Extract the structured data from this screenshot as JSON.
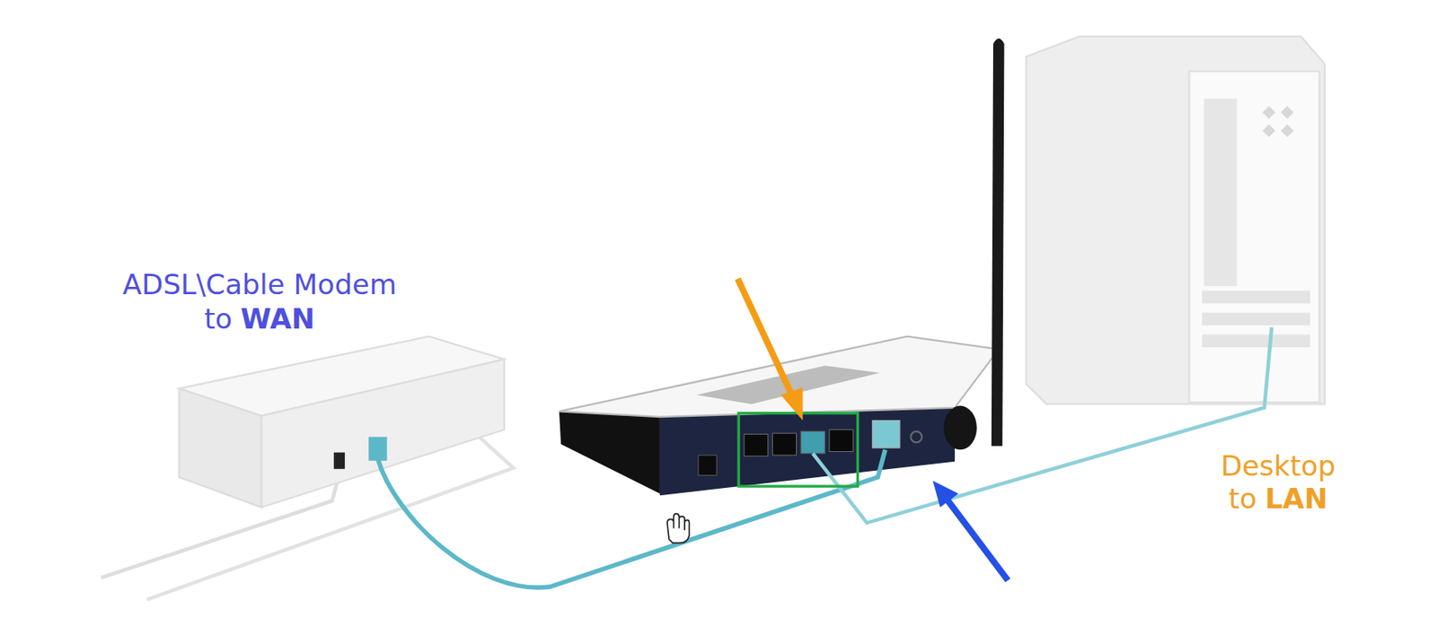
{
  "diagram": {
    "labels": [
      "ADSL\\Cable Modem",
      "to",
      "WAN",
      "Desktop",
      "to",
      "LAN"
    ]
  }
}
